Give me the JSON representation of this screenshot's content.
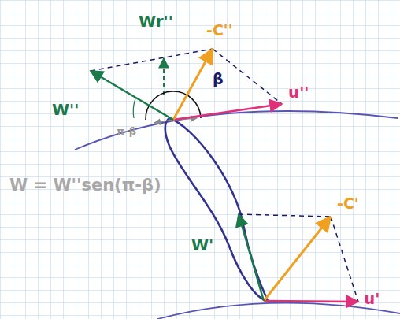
{
  "diagram": {
    "labels": [
      "Wr''",
      "-C''",
      "W''",
      "π-β",
      "β",
      "u''",
      "W = W''sen(π-β)",
      "W'",
      "-C'",
      "u'"
    ]
  }
}
